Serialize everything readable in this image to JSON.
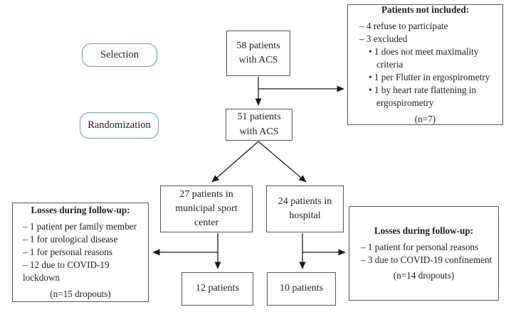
{
  "stage_labels": {
    "selection": "Selection",
    "randomization": "Randomization"
  },
  "nodes": {
    "enrolled": "58 patients\nwith ACS",
    "randomized": "51 patients\nwith ACS",
    "sport_center": "27 patients in\nmunicipal sport\ncenter",
    "hospital": "24 patients in\nhospital",
    "sport_center_final": "12 patients",
    "hospital_final": "10 patients"
  },
  "not_included": {
    "title": "Patients not included:",
    "items": [
      "– 4 refuse to participate",
      "– 3 excluded"
    ],
    "sub_items": [
      "• 1 does not meet maximality criteria",
      "• 1 per Flutter in ergospirometry",
      "• 1 by heart rate flattening in ergospirometry"
    ],
    "total": "(n=7)"
  },
  "losses_sport_center": {
    "title": "Losses during follow-up:",
    "items": [
      "– 1 patient per family member",
      "– 1 for urological disease",
      "– 1 for personal reasons",
      "– 12 due to COVID-19 lockdown"
    ],
    "total": "(n=15 dropouts)"
  },
  "losses_hospital": {
    "title": "Losses during follow-up:",
    "items": [
      "– 1 patient for personal reasons",
      "– 3 due to COVID-19 confinement"
    ],
    "total": "(n=14 dropouts)"
  },
  "colors": {
    "stage_border": "#57a9c9",
    "box_border": "#55565a",
    "text": "#231f20",
    "arrow": "#1c1c1c"
  }
}
